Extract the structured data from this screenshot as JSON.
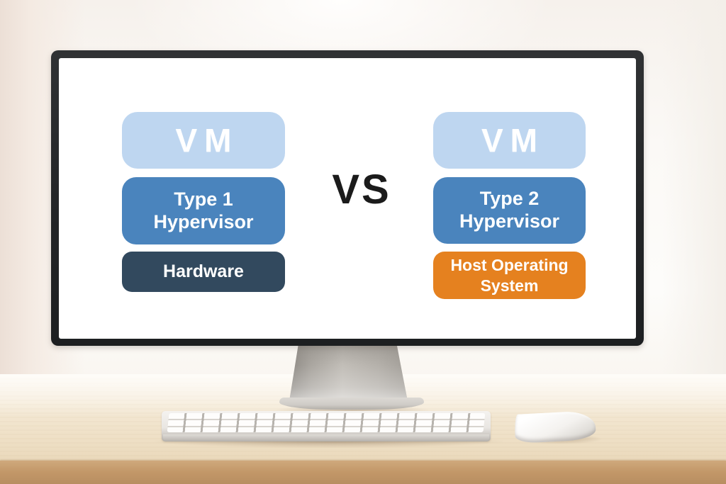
{
  "diagram": {
    "vs_label": "VS",
    "left_stack": {
      "vm_label": "VM",
      "hypervisor_label": "Type 1\nHypervisor",
      "base_label": "Hardware"
    },
    "right_stack": {
      "vm_label": "VM",
      "hypervisor_label": "Type 2\nHypervisor",
      "base_label": "Host Operating\nSystem"
    },
    "colors": {
      "vm_box": "#bed6f0",
      "hypervisor_box": "#4a84bd",
      "hardware_box": "#32495e",
      "host_os_box": "#e5811f",
      "box_text": "#ffffff",
      "vs_text": "#1b1b1b",
      "monitor_bezel": "#26282a",
      "desk_wood": "#e8d5b9"
    }
  }
}
